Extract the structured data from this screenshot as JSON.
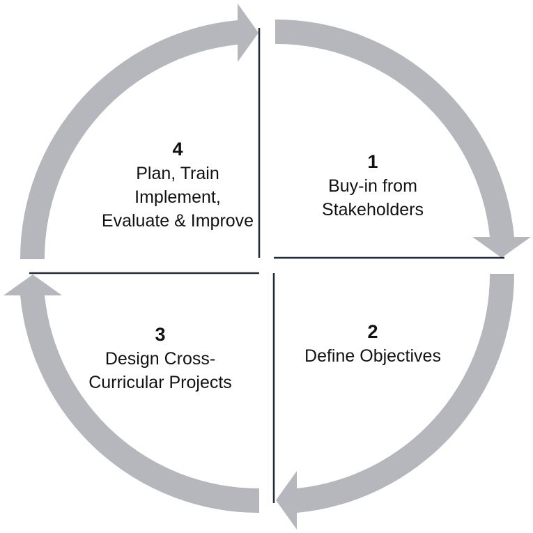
{
  "colors": {
    "arrow_fill": "#b5b7bd",
    "divider": "#1f2a3a",
    "text": "#111111",
    "background": "#ffffff"
  },
  "steps": [
    {
      "number": "1",
      "label": "Buy-in from\nStakeholders"
    },
    {
      "number": "2",
      "label": "Define Objectives"
    },
    {
      "number": "3",
      "label": "Design Cross-\nCurricular Projects"
    },
    {
      "number": "4",
      "label": "Plan, Train\nImplement,\nEvaluate & Improve"
    }
  ]
}
